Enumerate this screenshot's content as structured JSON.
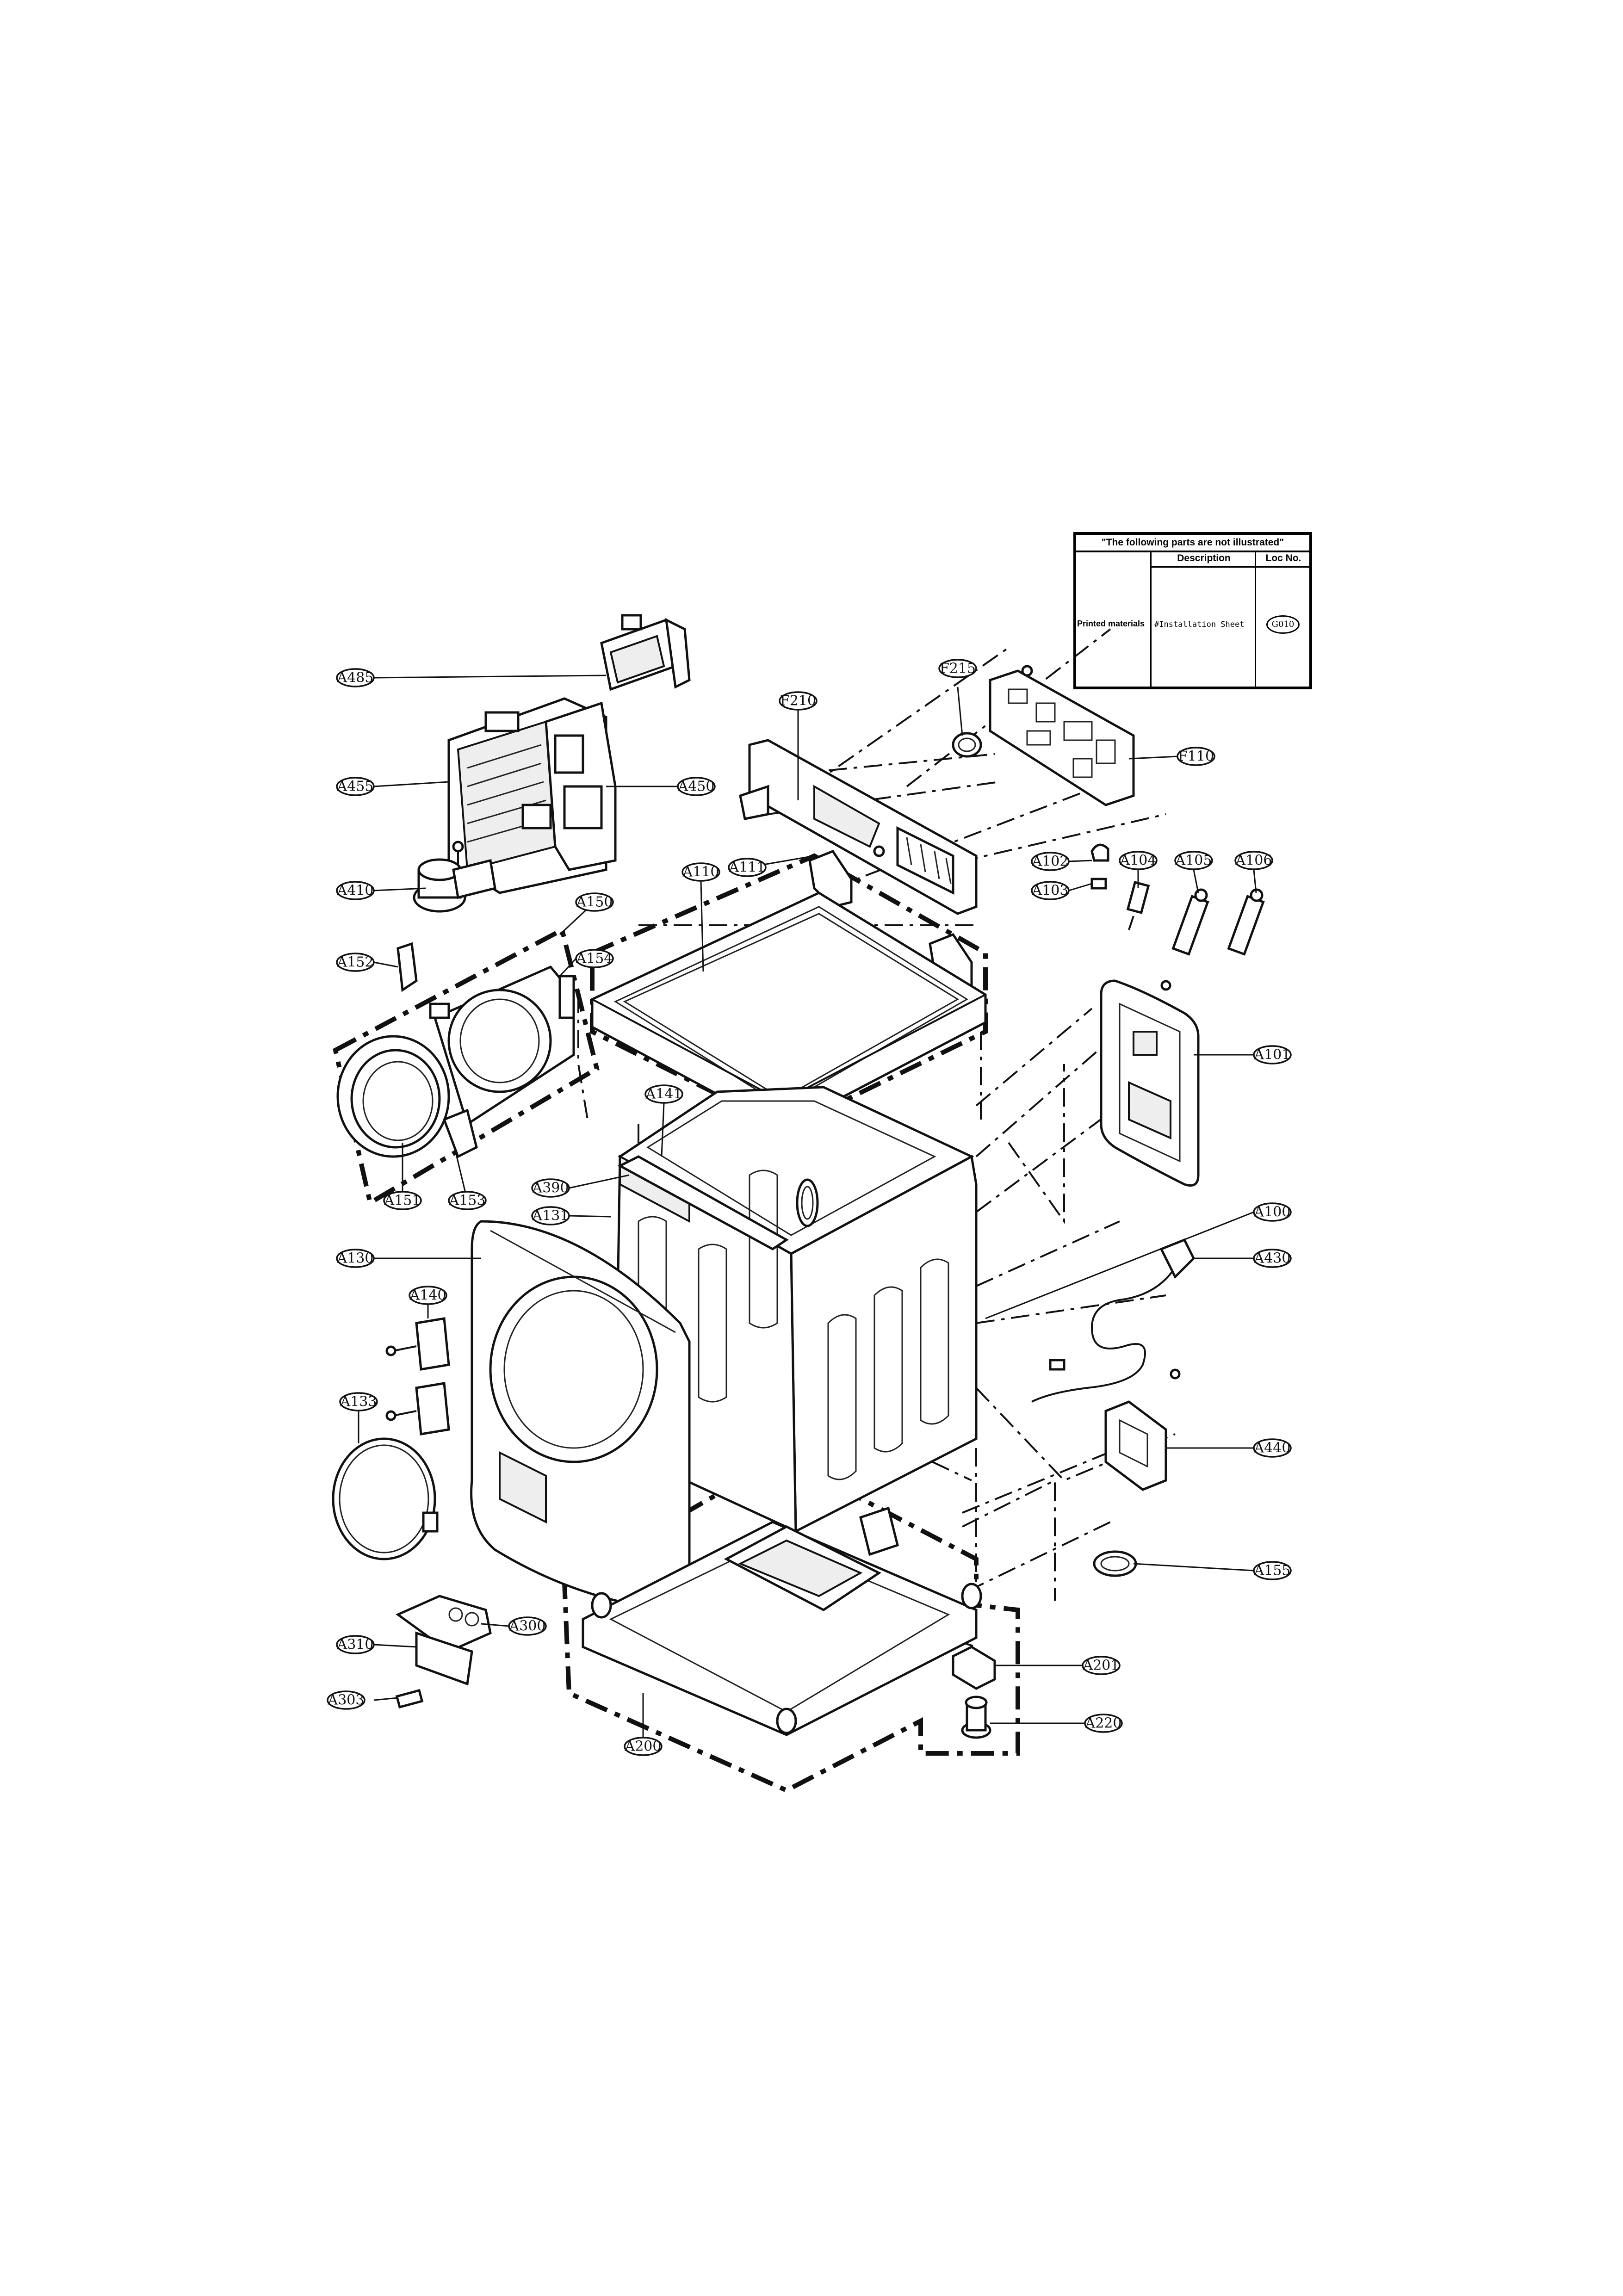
{
  "table": {
    "title": "\"The following parts are not illustrated\"",
    "col_description": "Description",
    "col_loc": "Loc No.",
    "category": "Printed materials",
    "description": "#Installation Sheet",
    "loc": "G010"
  },
  "labels": {
    "A485": "A485",
    "A455": "A455",
    "A450": "A450",
    "A410": "A410",
    "A150": "A150",
    "A152": "A152",
    "A154": "A154",
    "A151": "A151",
    "A153": "A153",
    "A110": "A110",
    "A111": "A111",
    "A141": "A141",
    "A390": "A390",
    "A131": "A131",
    "A130": "A130",
    "A140": "A140",
    "A133": "A133",
    "A310": "A310",
    "A300": "A300",
    "A303": "A303",
    "A200": "A200",
    "F210": "F210",
    "F215": "F215",
    "F110": "F110",
    "A102": "A102",
    "A103": "A103",
    "A104": "A104",
    "A105": "A105",
    "A106": "A106",
    "A101": "A101",
    "A100": "A100",
    "A430": "A430",
    "A440": "A440",
    "A155": "A155",
    "A201": "A201",
    "A220": "A220"
  }
}
